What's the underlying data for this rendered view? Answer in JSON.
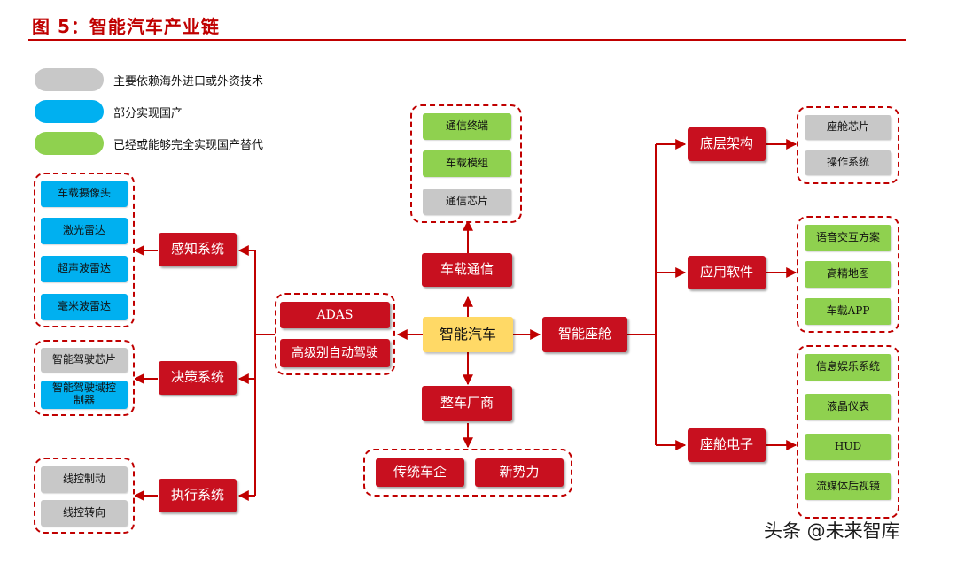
{
  "title": "图 5：智能汽车产业链",
  "colors": {
    "red": "#c8101f",
    "gray": "#c8c8c8",
    "blue": "#00b0f0",
    "green": "#8fd14f",
    "center": "#ffd966"
  },
  "legend": [
    {
      "color": "gray",
      "label": "主要依赖海外进口或外资技术"
    },
    {
      "color": "blue",
      "label": "部分实现国产"
    },
    {
      "color": "green",
      "label": "已经或能够完全实现国产替代"
    }
  ],
  "center": "智能汽车",
  "hubs": {
    "telecom": "车载通信",
    "oem": "整车厂商",
    "cockpit": "智能座舱",
    "adas": "ADAS",
    "autodrive": "高级别自动驾驶"
  },
  "telecom_items": [
    {
      "label": "通信终端",
      "color": "green"
    },
    {
      "label": "车载模组",
      "color": "green"
    },
    {
      "label": "通信芯片",
      "color": "gray"
    }
  ],
  "oem_items": [
    "传统车企",
    "新势力"
  ],
  "left_systems": [
    {
      "name": "感知系统",
      "items": [
        {
          "label": "车载摄像头",
          "color": "blue"
        },
        {
          "label": "激光雷达",
          "color": "blue"
        },
        {
          "label": "超声波雷达",
          "color": "blue"
        },
        {
          "label": "毫米波雷达",
          "color": "blue"
        }
      ]
    },
    {
      "name": "决策系统",
      "items": [
        {
          "label": "智能驾驶芯片",
          "color": "gray"
        },
        {
          "label": "智能驾驶域控制器",
          "color": "blue"
        }
      ]
    },
    {
      "name": "执行系统",
      "items": [
        {
          "label": "线控制动",
          "color": "gray"
        },
        {
          "label": "线控转向",
          "color": "gray"
        }
      ]
    }
  ],
  "right_systems": [
    {
      "name": "底层架构",
      "items": [
        {
          "label": "座舱芯片",
          "color": "gray"
        },
        {
          "label": "操作系统",
          "color": "gray"
        }
      ]
    },
    {
      "name": "应用软件",
      "items": [
        {
          "label": "语音交互方案",
          "color": "green"
        },
        {
          "label": "高精地图",
          "color": "green"
        },
        {
          "label": "车载APP",
          "color": "green"
        }
      ]
    },
    {
      "name": "座舱电子",
      "items": [
        {
          "label": "信息娱乐系统",
          "color": "green"
        },
        {
          "label": "液晶仪表",
          "color": "green"
        },
        {
          "label": "HUD",
          "color": "green"
        },
        {
          "label": "流媒体后视镜",
          "color": "green"
        }
      ]
    }
  ],
  "watermark": "头条 @未来智库"
}
